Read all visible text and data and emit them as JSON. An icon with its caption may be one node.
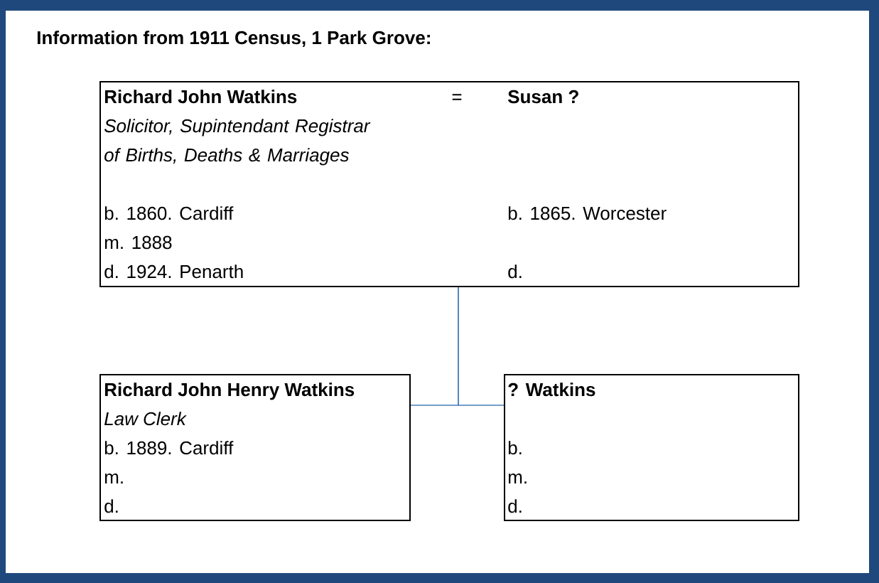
{
  "diagram": {
    "title": "Information from 1911 Census, 1 Park Grove:",
    "nodes": [
      {
        "text": [
          "Richard John Watkins",
          "=",
          "Susan ?",
          "Solicitor, Supintendant Registrar of Births, Deaths & Marriages",
          "b. 1860. Cardiff",
          "b. 1865. Worcester",
          "m. 1888",
          "d. 1924. Penarth",
          "d."
        ]
      },
      {
        "text": [
          "Richard John Henry Watkins",
          "Law Clerk",
          "b. 1889. Cardiff",
          "m.",
          "d."
        ]
      },
      {
        "text": [
          "? Watkins",
          "b.",
          "m.",
          "d."
        ]
      }
    ],
    "edges": [
      {
        "from": 0,
        "to": 1,
        "arrow": "none"
      },
      {
        "from": 0,
        "to": 2,
        "arrow": "none"
      }
    ]
  }
}
